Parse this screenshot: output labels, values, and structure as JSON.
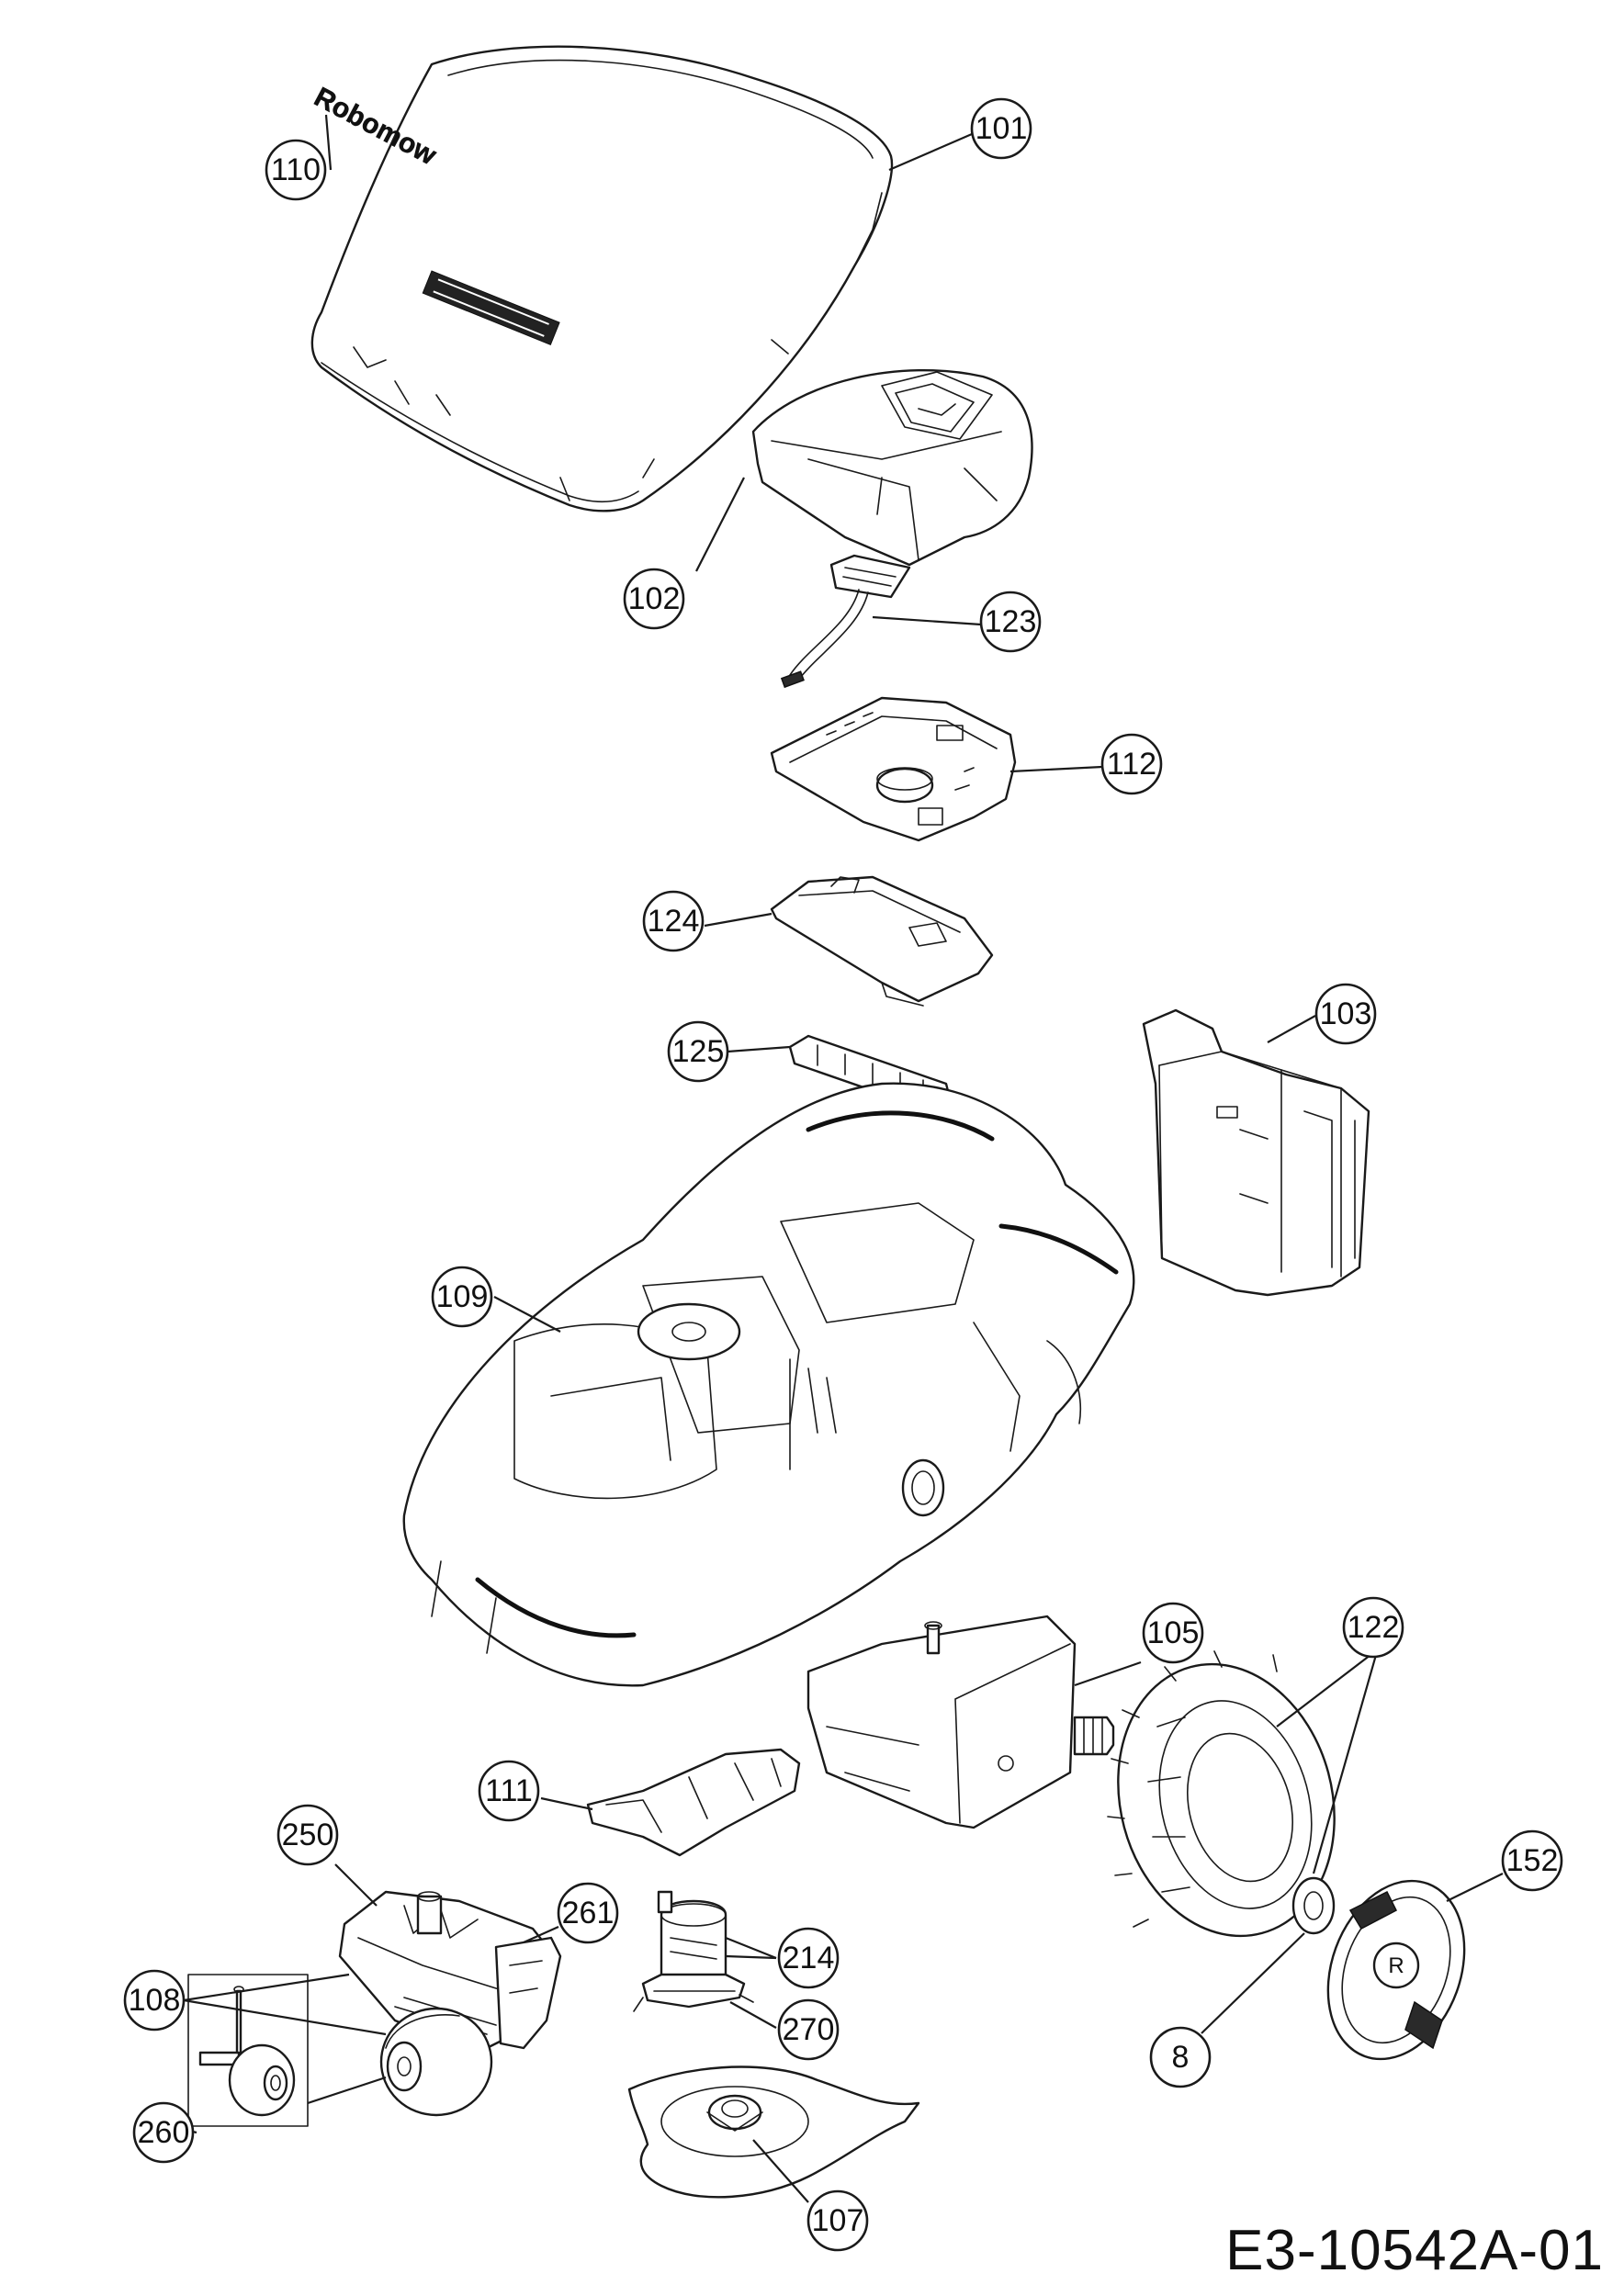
{
  "diagram": {
    "drawing_code": "E3-10542A-01",
    "logo_text": "Robomow",
    "callouts": [
      "101",
      "110",
      "102",
      "123",
      "112",
      "124",
      "125",
      "103",
      "109",
      "105",
      "122",
      "111",
      "250",
      "261",
      "152",
      "214",
      "108",
      "270",
      "8",
      "260",
      "107"
    ]
  }
}
